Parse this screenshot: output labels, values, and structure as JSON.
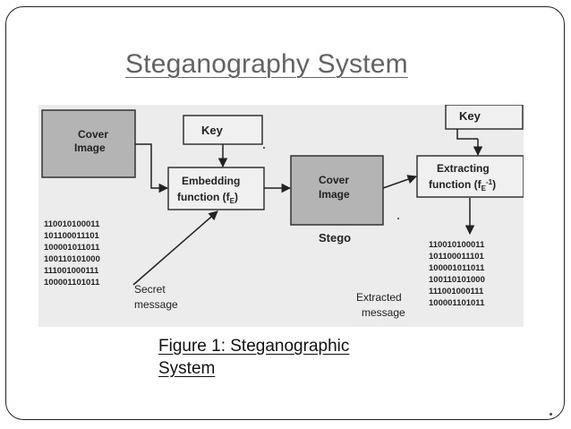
{
  "slide": {
    "title": "Steganography System",
    "caption_line1": "Figure 1: Steganographic",
    "caption_line2": "System"
  },
  "diagram": {
    "cover_image_in": [
      "Cover",
      "Image"
    ],
    "key_left": "Key",
    "embedding": [
      "Embedding",
      "function (f",
      "E",
      ")"
    ],
    "cover_image_mid": [
      "Cover",
      "Image"
    ],
    "stego_label": "Stego",
    "key_right": "Key",
    "extracting": [
      "Extracting",
      "function (f",
      "E",
      "-1",
      ")"
    ],
    "secret_bits": [
      "110010100011",
      "101100011101",
      "100001011011",
      "100110101000",
      "111001000111",
      "100001101011"
    ],
    "secret_label": [
      "Secret",
      "message"
    ],
    "extracted_bits": [
      "110010100011",
      "101100011101",
      "100001011011",
      "100110101000",
      "111001000111",
      "100001101011"
    ],
    "extracted_label": [
      "Extracted",
      "message"
    ]
  },
  "colors": {
    "diagram_bg": "#ececec",
    "box_gray": "#b4b4b4",
    "box_light": "#f0f0f0",
    "title_color": "#636363"
  }
}
